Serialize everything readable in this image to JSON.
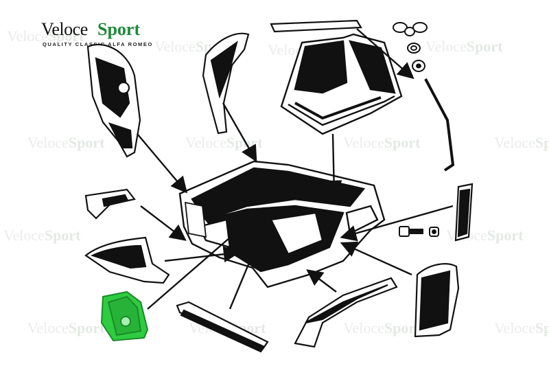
{
  "brand": {
    "word1": "Veloce",
    "word2": "Sport",
    "tagline": "QUALITY CLASSIC ALFA ROMEO"
  },
  "colors": {
    "ink": "#111111",
    "brand_green": "#1f8a3b",
    "highlight_part": "#2ecc40",
    "watermark": "#dcdcdc"
  }
}
